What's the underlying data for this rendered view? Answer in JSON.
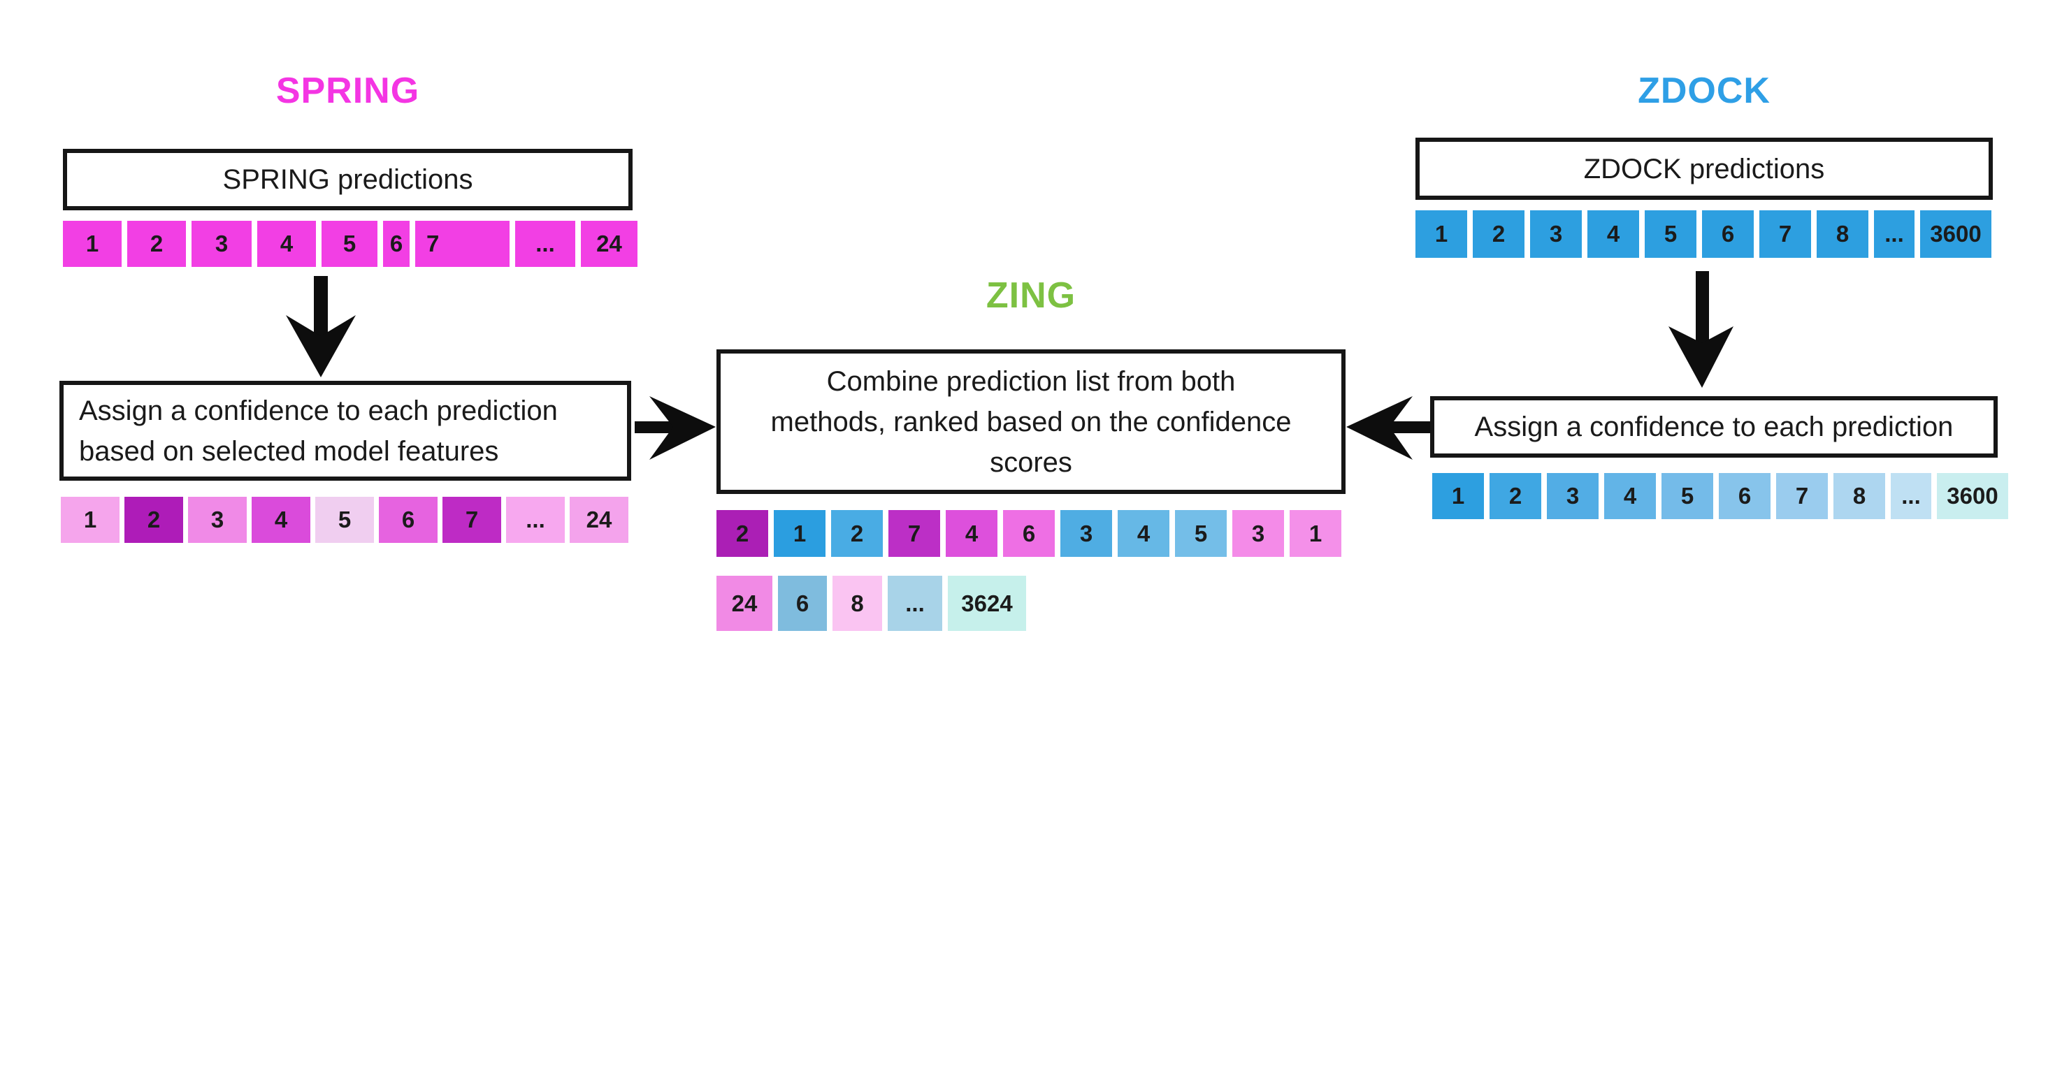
{
  "spring": {
    "title": "SPRING",
    "title_color": "#f435e3",
    "predictions_label": "SPRING predictions",
    "assign_line1": "Assign a confidence to each prediction",
    "assign_line2": "based on selected model features",
    "predictions_row": [
      {
        "label": "1",
        "color": "#f23fe4",
        "w": 84
      },
      {
        "label": "2",
        "color": "#f23fe4",
        "w": 84
      },
      {
        "label": "3",
        "color": "#f23fe4",
        "w": 86
      },
      {
        "label": "4",
        "color": "#f23fe4",
        "w": 84
      },
      {
        "label": "5",
        "color": "#f23fe4",
        "w": 80
      },
      {
        "label": "6",
        "color": "#f23fe4",
        "w": 38
      },
      {
        "label": "7",
        "color": "#f23fe4",
        "w": 135,
        "align": "left"
      },
      {
        "label": "...",
        "color": "#f23fe4",
        "w": 86
      },
      {
        "label": "24",
        "color": "#f23fe4",
        "w": 81
      }
    ],
    "confidence_row": [
      {
        "label": "1",
        "color": "#f5a5ec",
        "w": 84
      },
      {
        "label": "2",
        "color": "#ae1cb8",
        "w": 84
      },
      {
        "label": "3",
        "color": "#f08ae7",
        "w": 84
      },
      {
        "label": "4",
        "color": "#da4bdb",
        "w": 84
      },
      {
        "label": "5",
        "color": "#f0cef0",
        "w": 84
      },
      {
        "label": "6",
        "color": "#e663e0",
        "w": 84
      },
      {
        "label": "7",
        "color": "#be2bc5",
        "w": 84
      },
      {
        "label": "...",
        "color": "#f7a8ef",
        "w": 84
      },
      {
        "label": "24",
        "color": "#f4a3ec",
        "w": 84
      }
    ]
  },
  "zing": {
    "title": "ZING",
    "title_color": "#7dc142",
    "combine_line1": "Combine prediction list from both",
    "combine_line2": "methods, ranked based on the confidence",
    "combine_line3": "scores",
    "ranked_row": [
      {
        "label": "2",
        "color": "#ab1fb5",
        "w": 74
      },
      {
        "label": "1",
        "color": "#2b9ee0",
        "w": 74
      },
      {
        "label": "2",
        "color": "#49ace4",
        "w": 74
      },
      {
        "label": "7",
        "color": "#bc2fc6",
        "w": 74
      },
      {
        "label": "4",
        "color": "#dd50dc",
        "w": 74
      },
      {
        "label": "6",
        "color": "#ee6fe4",
        "w": 74
      },
      {
        "label": "3",
        "color": "#4fade3",
        "w": 74
      },
      {
        "label": "4",
        "color": "#66b8e6",
        "w": 74
      },
      {
        "label": "5",
        "color": "#74bee8",
        "w": 74
      },
      {
        "label": "3",
        "color": "#f48be8",
        "w": 74
      },
      {
        "label": "1",
        "color": "#f490e9",
        "w": 74
      }
    ],
    "ranked_row_tail": [
      {
        "label": "24",
        "color": "#f18ae5",
        "w": 80
      },
      {
        "label": "6",
        "color": "#7fbcde",
        "w": 70
      },
      {
        "label": "8",
        "color": "#fac4f2",
        "w": 71
      },
      {
        "label": "...",
        "color": "#a8d3e8",
        "w": 78
      },
      {
        "label": "3624",
        "color": "#c6f0eb",
        "w": 112
      }
    ]
  },
  "zdock": {
    "title": "ZDOCK",
    "title_color": "#2e9fe6",
    "predictions_label": "ZDOCK predictions",
    "assign_line1": "Assign a confidence to each prediction",
    "predictions_row": [
      {
        "label": "1",
        "color": "#2d9fe0",
        "w": 74
      },
      {
        "label": "2",
        "color": "#2d9fe0",
        "w": 74
      },
      {
        "label": "3",
        "color": "#2d9fe0",
        "w": 74
      },
      {
        "label": "4",
        "color": "#2d9fe0",
        "w": 74
      },
      {
        "label": "5",
        "color": "#2d9fe0",
        "w": 74
      },
      {
        "label": "6",
        "color": "#2d9fe0",
        "w": 74
      },
      {
        "label": "7",
        "color": "#2d9fe0",
        "w": 74
      },
      {
        "label": "8",
        "color": "#2d9fe0",
        "w": 74
      },
      {
        "label": "...",
        "color": "#2d9fe0",
        "w": 58
      },
      {
        "label": "3600",
        "color": "#2d9fe0",
        "w": 102
      }
    ],
    "confidence_row": [
      {
        "label": "1",
        "color": "#2d9fe0",
        "w": 74
      },
      {
        "label": "2",
        "color": "#3fa7e3",
        "w": 74
      },
      {
        "label": "3",
        "color": "#52ade5",
        "w": 74
      },
      {
        "label": "4",
        "color": "#62b4e7",
        "w": 74
      },
      {
        "label": "5",
        "color": "#74bbe9",
        "w": 74
      },
      {
        "label": "6",
        "color": "#87c4eb",
        "w": 74
      },
      {
        "label": "7",
        "color": "#9accee",
        "w": 74
      },
      {
        "label": "8",
        "color": "#add6f0",
        "w": 74
      },
      {
        "label": "...",
        "color": "#bfe0f3",
        "w": 58
      },
      {
        "label": "3600",
        "color": "#c9eeef",
        "w": 102
      }
    ]
  }
}
